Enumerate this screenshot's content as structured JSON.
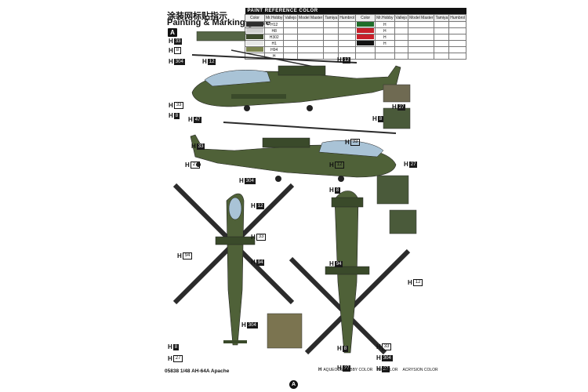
{
  "header": {
    "title_cn": "涂装网标贴指示",
    "title_en": "Painting & Marking guide",
    "section_badge": "A"
  },
  "paint_table": {
    "title": "PAINT REFERENCE COLOR",
    "columns": [
      "Color",
      "Mr.Hobby",
      "Vallejo",
      "Model Master",
      "Tamiya",
      "Humbrol"
    ],
    "left_rows": [
      {
        "color_name": "",
        "swatch": "#2f2f2f",
        "hobby": "H12",
        "vallejo": "",
        "mm": "",
        "tamiya": "",
        "humbrol": ""
      },
      {
        "color_name": "",
        "swatch": "#cfcfcf",
        "hobby": "H8",
        "vallejo": "",
        "mm": "",
        "tamiya": "",
        "humbrol": ""
      },
      {
        "color_name": "",
        "swatch": "#3c4a2c",
        "hobby": "H302",
        "vallejo": "",
        "mm": "",
        "tamiya": "",
        "humbrol": ""
      },
      {
        "color_name": "",
        "swatch": "#e8e8e8",
        "hobby": "H1",
        "vallejo": "",
        "mm": "",
        "tamiya": "",
        "humbrol": ""
      },
      {
        "color_name": "",
        "swatch": "#7c8450",
        "hobby": "H94",
        "vallejo": "",
        "mm": "",
        "tamiya": "",
        "humbrol": ""
      },
      {
        "color_name": "",
        "swatch": "#ffffff",
        "hobby": "H",
        "vallejo": "",
        "mm": "",
        "tamiya": "",
        "humbrol": ""
      }
    ],
    "right_rows": [
      {
        "color_name": "",
        "swatch": "#1f6e2a",
        "hobby": "H",
        "vallejo": "",
        "mm": "",
        "tamiya": "",
        "humbrol": ""
      },
      {
        "color_name": "",
        "swatch": "#c8202a",
        "hobby": "H",
        "vallejo": "",
        "mm": "",
        "tamiya": "",
        "humbrol": ""
      },
      {
        "color_name": "",
        "swatch": "#c8202a",
        "hobby": "H",
        "vallejo": "",
        "mm": "",
        "tamiya": "",
        "humbrol": ""
      },
      {
        "color_name": "",
        "swatch": "#111111",
        "hobby": "H",
        "vallejo": "",
        "mm": "",
        "tamiya": "",
        "humbrol": ""
      }
    ]
  },
  "callouts": [
    {
      "h": "H",
      "code": "33"
    },
    {
      "h": "H",
      "code": "8"
    },
    {
      "h": "H",
      "code": "304"
    },
    {
      "h": "H",
      "code": "12"
    },
    {
      "h": "H",
      "code": "33"
    },
    {
      "h": "H",
      "code": "8"
    },
    {
      "h": "H",
      "code": "47"
    },
    {
      "h": "H",
      "code": "27"
    },
    {
      "h": "H",
      "code": "33"
    },
    {
      "h": "H",
      "code": "12"
    },
    {
      "h": "H",
      "code": "33"
    },
    {
      "h": "H",
      "code": "27"
    },
    {
      "h": "H",
      "code": "304"
    },
    {
      "h": "H",
      "code": "94"
    },
    {
      "h": "H",
      "code": "8"
    },
    {
      "h": "H",
      "code": "12"
    },
    {
      "h": "H",
      "code": "33"
    },
    {
      "h": "H",
      "code": "94"
    },
    {
      "h": "H",
      "code": "94"
    },
    {
      "h": "H",
      "code": "12"
    },
    {
      "h": "H",
      "code": "304"
    },
    {
      "h": "H",
      "code": "8"
    },
    {
      "h": "H",
      "code": "27"
    },
    {
      "h": "H",
      "code": "8"
    },
    {
      "h": "H",
      "code": "27"
    },
    {
      "h": "H",
      "code": "33"
    },
    {
      "h": "H",
      "code": "304"
    },
    {
      "h": "H",
      "code": "27"
    },
    {
      "h": "H",
      "code": "12"
    },
    {
      "h": "H",
      "code": "8"
    },
    {
      "h": "H",
      "code": "27"
    }
  ],
  "footer": {
    "model": "05838 1/48 AH-64A Apache",
    "legend": [
      {
        "mark": "H",
        "text": "AQUEOUS HOBBY COLOR"
      },
      {
        "mark": "",
        "text": "Mr. COLOR"
      },
      {
        "mark": "",
        "text": "ACRYSION COLOR"
      }
    ],
    "page_letter": "A"
  },
  "colors": {
    "olive": "#4f6138",
    "olive_dark": "#3a4a2a",
    "canopy": "#a9c3d6",
    "rotor": "#2b2b2b"
  }
}
